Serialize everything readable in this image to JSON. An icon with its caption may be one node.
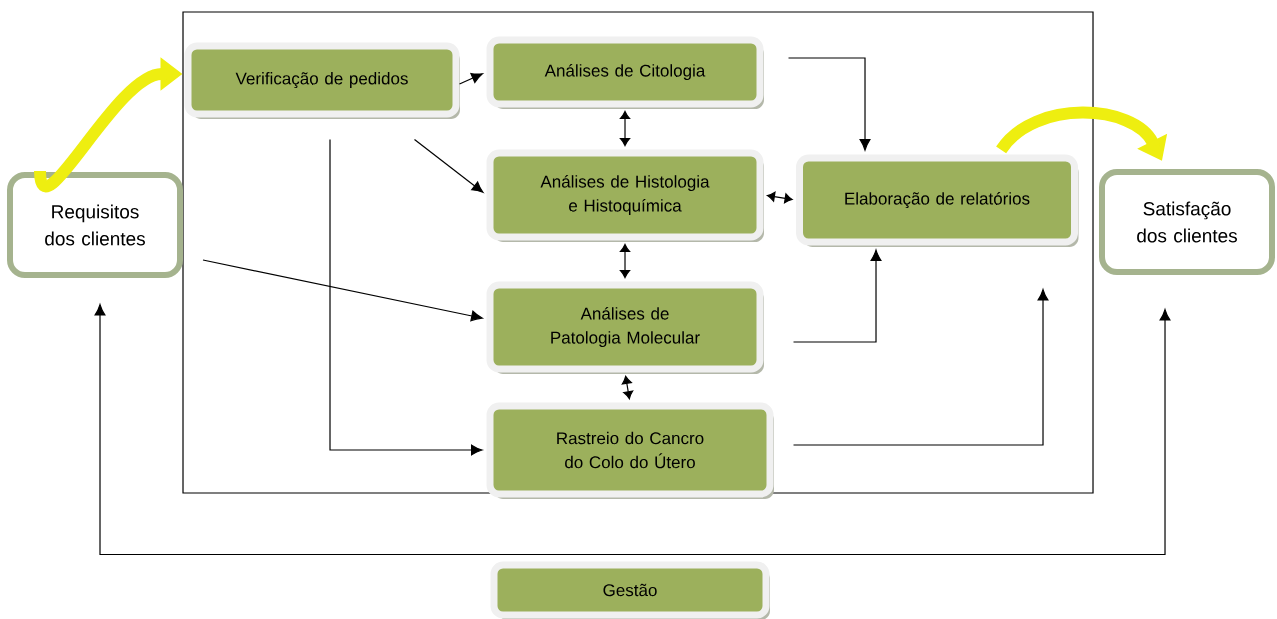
{
  "diagram": {
    "nodes": [
      {
        "text": [
          "Requisitos dos clientes"
        ]
      },
      {
        "text": [
          "Verificação de pedidos"
        ]
      },
      {
        "text": [
          "Análises de Citologia"
        ]
      },
      {
        "text": [
          "Análises de Histologia e Histoquímica"
        ]
      },
      {
        "text": [
          "Análises de Patologia Molecular"
        ]
      },
      {
        "text": [
          "Rastreio do Cancro do Colo do Útero"
        ]
      },
      {
        "text": [
          "Elaboração de relatórios"
        ]
      },
      {
        "text": [
          "Satisfação dos clientes"
        ]
      },
      {
        "text": [
          "Gestão"
        ]
      }
    ],
    "edges": [
      {
        "from": 0,
        "to": 1,
        "arrow": "to",
        "style": "thick",
        "color": "#eeee10"
      },
      {
        "from": 1,
        "to": 2,
        "arrow": "to"
      },
      {
        "from": 1,
        "to": 3,
        "arrow": "to"
      },
      {
        "from": 1,
        "to": 5,
        "arrow": "to"
      },
      {
        "from": 0,
        "to": 4,
        "arrow": "to"
      },
      {
        "from": 2,
        "to": 3,
        "arrow": "both"
      },
      {
        "from": 3,
        "to": 4,
        "arrow": "both"
      },
      {
        "from": 4,
        "to": 5,
        "arrow": "both"
      },
      {
        "from": 3,
        "to": 6,
        "arrow": "both"
      },
      {
        "from": 2,
        "to": 6,
        "arrow": "to"
      },
      {
        "from": 4,
        "to": 6,
        "arrow": "to"
      },
      {
        "from": 5,
        "to": null,
        "arrow": "to"
      },
      {
        "from": 8,
        "to": 0,
        "arrow": "to"
      },
      {
        "from": 8,
        "to": 7,
        "arrow": "to"
      },
      {
        "from": 6,
        "to": 7,
        "arrow": "to",
        "style": "thick",
        "color": "#eeee10"
      }
    ]
  }
}
